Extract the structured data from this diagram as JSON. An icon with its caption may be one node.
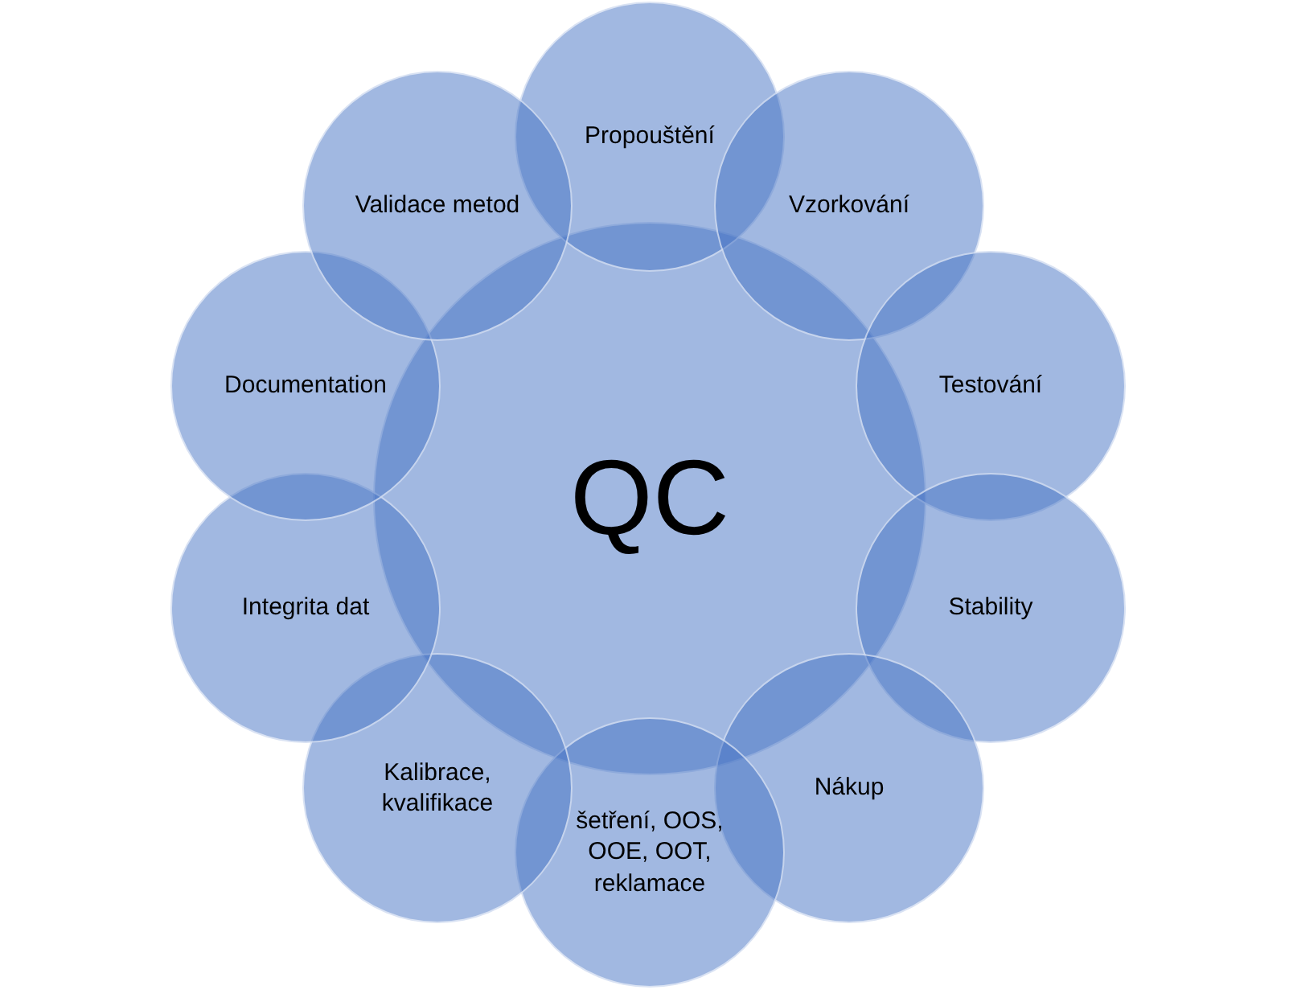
{
  "diagram": {
    "nodes": [
      {
        "text": [
          "QC"
        ]
      },
      {
        "text": [
          "Propouštění"
        ]
      },
      {
        "text": [
          "Vzorkování"
        ]
      },
      {
        "text": [
          "Testování"
        ]
      },
      {
        "text": [
          "Stability"
        ]
      },
      {
        "text": [
          "Nákup"
        ]
      },
      {
        "text": [
          "šetření, OOS, OOE, OOT, reklamace"
        ]
      },
      {
        "text": [
          "Kalibrace, kvalifikace"
        ]
      },
      {
        "text": [
          "Integrita dat"
        ]
      },
      {
        "text": [
          "Documentation"
        ]
      },
      {
        "text": [
          "Validace metod"
        ]
      }
    ]
  }
}
